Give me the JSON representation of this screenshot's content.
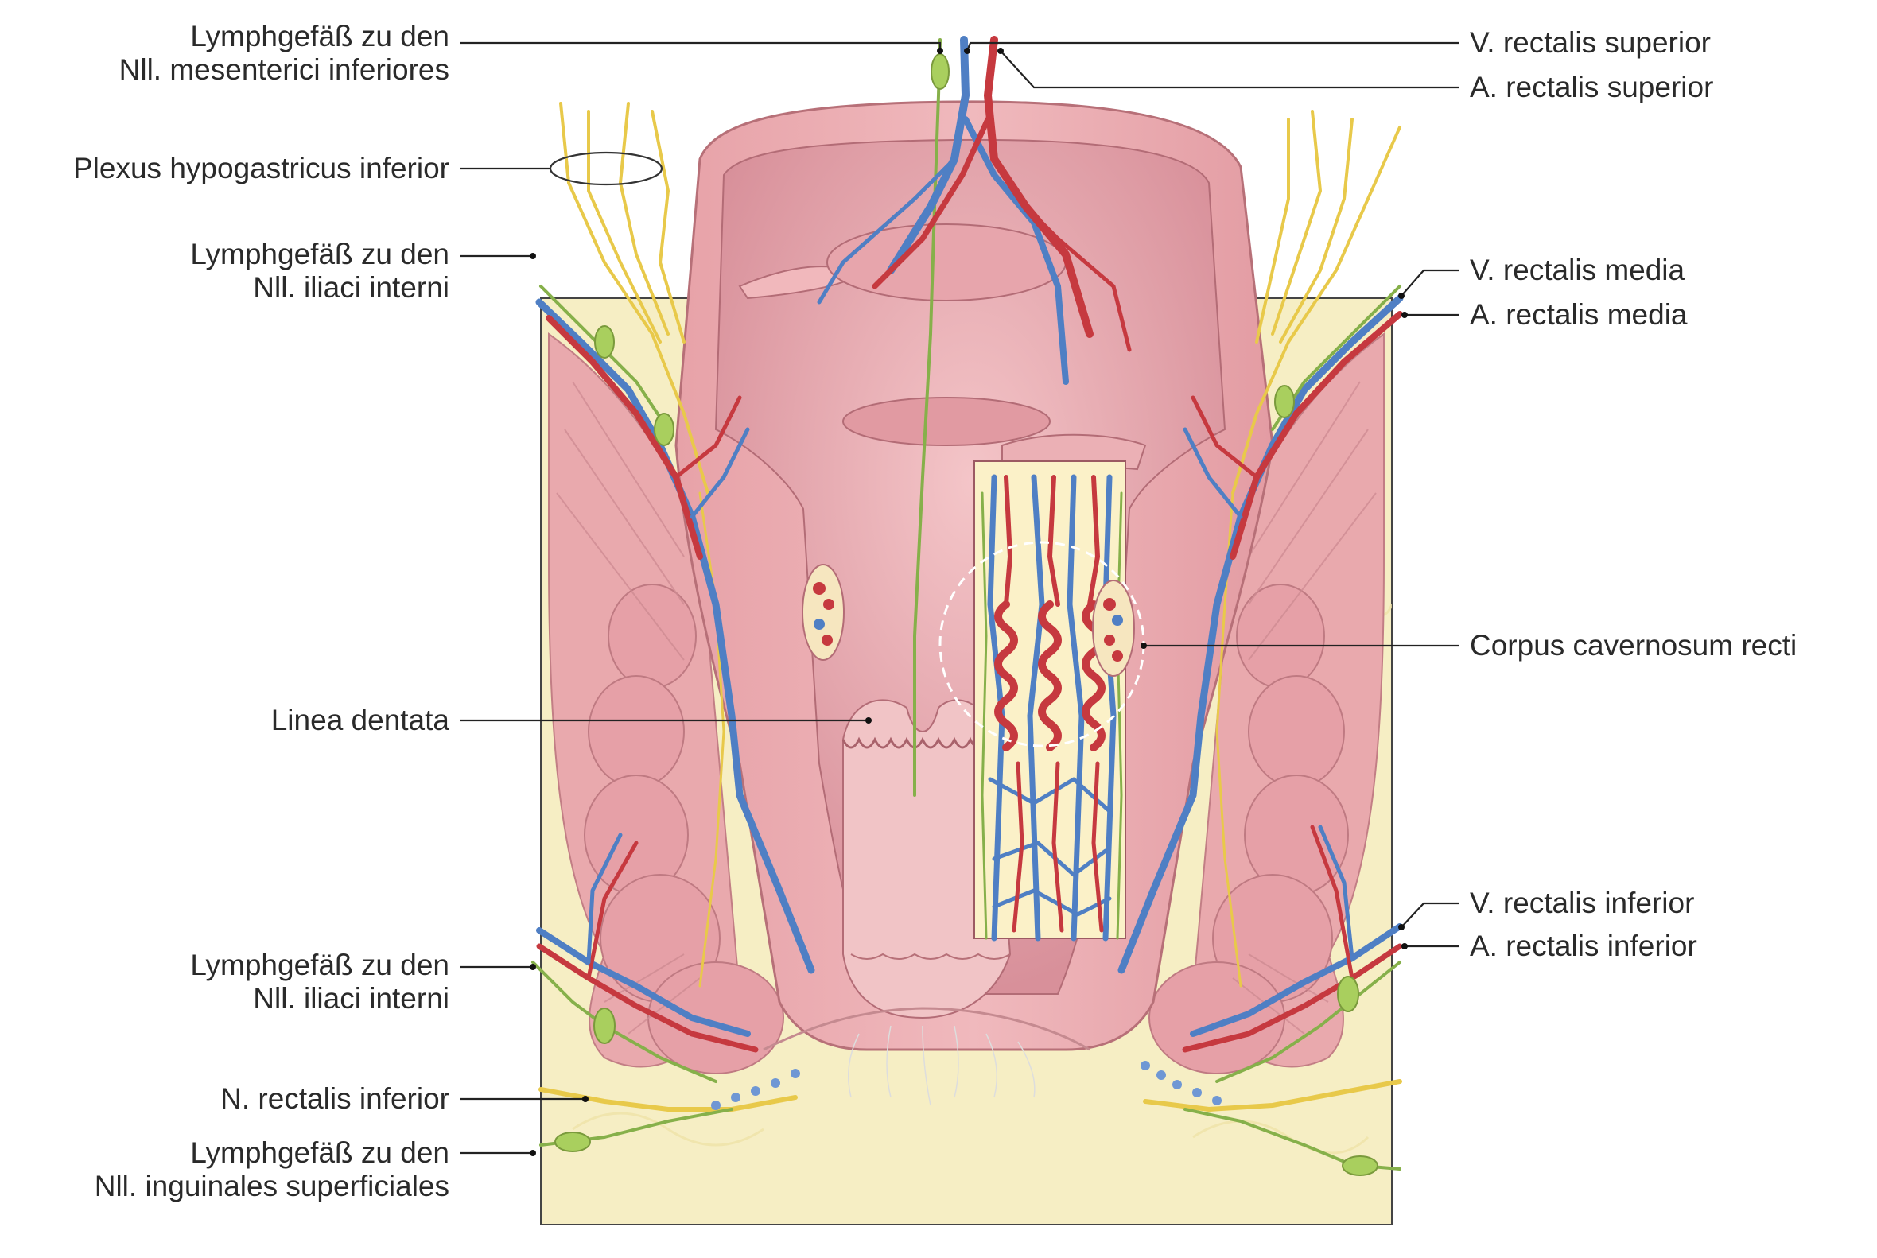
{
  "labels": {
    "lymph_mesenterici_line1": "Lymphgefäß zu den",
    "lymph_mesenterici_line2": "Nll. mesenterici inferiores",
    "plexus_hypogastricus": "Plexus hypogastricus inferior",
    "lymph_iliaci_upper_line1": "Lymphgefäß zu den",
    "lymph_iliaci_upper_line2": "Nll. iliaci interni",
    "linea_dentata": "Linea dentata",
    "lymph_iliaci_lower_line1": "Lymphgefäß zu den",
    "lymph_iliaci_lower_line2": "Nll. iliaci interni",
    "n_rectalis_inferior": "N. rectalis inferior",
    "lymph_inguinales_line1": "Lymphgefäß zu den",
    "lymph_inguinales_line2": "Nll. inguinales superficiales",
    "v_rectalis_superior": "V. rectalis superior",
    "a_rectalis_superior": "A. rectalis superior",
    "v_rectalis_media": "V. rectalis media",
    "a_rectalis_media": "A. rectalis media",
    "corpus_cavernosum": "Corpus cavernosum recti",
    "v_rectalis_inferior": "V. rectalis inferior",
    "a_rectalis_inferior": "A. rectalis inferior"
  },
  "colors": {
    "fat": "#f6eec4",
    "tissue": "#e9a9ad",
    "tissue_dark": "#d58c92",
    "mucosa": "#dc98a0",
    "vein": "#4f7fc4",
    "artery": "#c6393f",
    "nerve": "#e8c94a",
    "lymph": "#86b04a",
    "text": "#2a2a2a"
  }
}
